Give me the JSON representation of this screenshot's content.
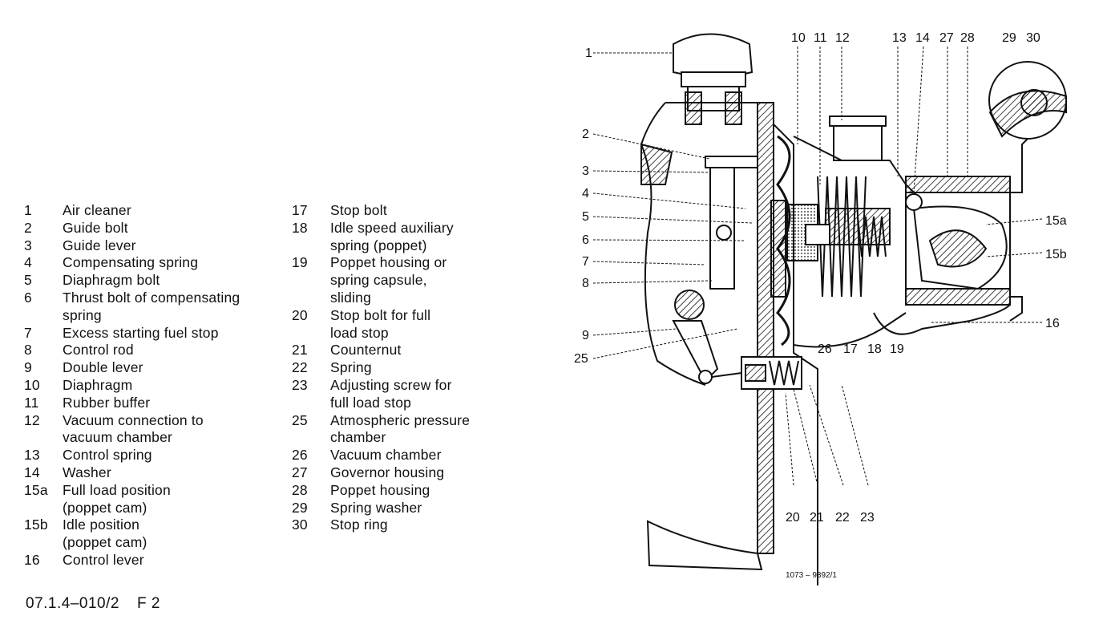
{
  "legend_left": [
    {
      "num": "1",
      "lines": [
        "Air cleaner"
      ]
    },
    {
      "num": "2",
      "lines": [
        "Guide bolt"
      ]
    },
    {
      "num": "3",
      "lines": [
        "Guide lever"
      ]
    },
    {
      "num": "4",
      "lines": [
        "Compensating spring"
      ]
    },
    {
      "num": "5",
      "lines": [
        "Diaphragm bolt"
      ]
    },
    {
      "num": "6",
      "lines": [
        "Thrust bolt of compensating",
        "spring"
      ]
    },
    {
      "num": "7",
      "lines": [
        "Excess starting fuel stop"
      ]
    },
    {
      "num": "8",
      "lines": [
        "Control rod"
      ]
    },
    {
      "num": "9",
      "lines": [
        "Double lever"
      ]
    },
    {
      "num": "10",
      "lines": [
        "Diaphragm"
      ]
    },
    {
      "num": "11",
      "lines": [
        "Rubber buffer"
      ]
    },
    {
      "num": "12",
      "lines": [
        "Vacuum connection to",
        "vacuum chamber"
      ]
    },
    {
      "num": "13",
      "lines": [
        "Control spring"
      ]
    },
    {
      "num": "14",
      "lines": [
        "Washer"
      ]
    },
    {
      "num": "15a",
      "lines": [
        "Full load position",
        "(poppet cam)"
      ]
    },
    {
      "num": "15b",
      "lines": [
        "Idle position",
        "(poppet cam)"
      ]
    },
    {
      "num": "16",
      "lines": [
        "Control lever"
      ]
    }
  ],
  "legend_right": [
    {
      "num": "17",
      "lines": [
        "Stop bolt"
      ]
    },
    {
      "num": "18",
      "lines": [
        "Idle speed auxiliary",
        "spring (poppet)"
      ]
    },
    {
      "num": "19",
      "lines": [
        "Poppet housing or",
        "spring capsule,",
        "sliding"
      ]
    },
    {
      "num": "20",
      "lines": [
        "Stop bolt for full",
        "load stop"
      ]
    },
    {
      "num": "21",
      "lines": [
        "Counternut"
      ]
    },
    {
      "num": "22",
      "lines": [
        "Spring"
      ]
    },
    {
      "num": "23",
      "lines": [
        "Adjusting screw for",
        "full load stop"
      ]
    },
    {
      "num": "25",
      "lines": [
        "Atmospheric pressure",
        "chamber"
      ]
    },
    {
      "num": "26",
      "lines": [
        "Vacuum chamber"
      ]
    },
    {
      "num": "27",
      "lines": [
        "Governor housing"
      ]
    },
    {
      "num": "28",
      "lines": [
        "Poppet housing"
      ]
    },
    {
      "num": "29",
      "lines": [
        "Spring washer"
      ]
    },
    {
      "num": "30",
      "lines": [
        "Stop ring"
      ]
    }
  ],
  "footer": {
    "code": "07.1.4–010/2",
    "page": "F 2"
  },
  "figure_ref": "1073 – 9392/1",
  "callouts": {
    "left": [
      "1",
      "2",
      "3",
      "4",
      "5",
      "6",
      "7",
      "8",
      "9",
      "25"
    ],
    "top": [
      "10",
      "11",
      "12",
      "13",
      "14",
      "27",
      "28",
      "29",
      "30"
    ],
    "right": [
      "15a",
      "15b",
      "16"
    ],
    "mid": [
      "26",
      "17",
      "18",
      "19"
    ],
    "bottom": [
      "20",
      "21",
      "22",
      "23"
    ]
  },
  "colors": {
    "ink": "#111111",
    "paper": "#ffffff"
  }
}
